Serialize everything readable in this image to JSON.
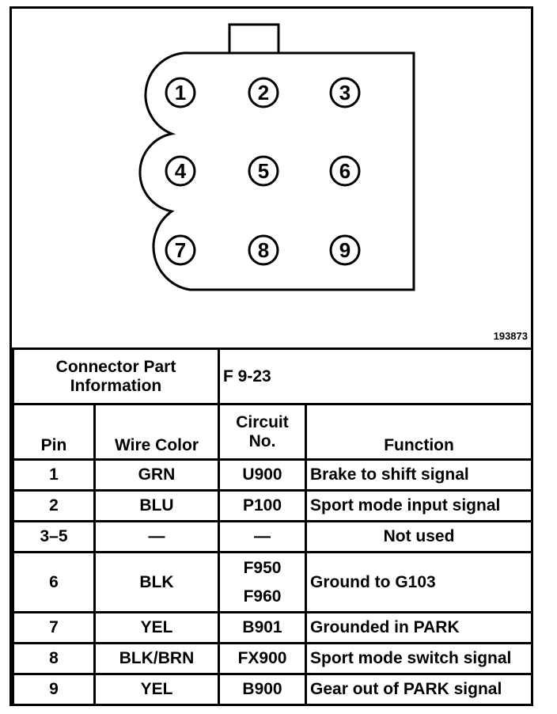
{
  "figure_id": "193873",
  "connector": {
    "pins": [
      "1",
      "2",
      "3",
      "4",
      "5",
      "6",
      "7",
      "8",
      "9"
    ]
  },
  "part_info": {
    "label": "Connector Part Information",
    "value": "F 9-23"
  },
  "columns": {
    "pin": "Pin",
    "wire_color": "Wire Color",
    "circuit": "Circuit No.",
    "function": "Function"
  },
  "rows": [
    {
      "pin": "1",
      "wire": "GRN",
      "circuit": [
        "U900"
      ],
      "function": "Brake to shift signal"
    },
    {
      "pin": "2",
      "wire": "BLU",
      "circuit": [
        "P100"
      ],
      "function": "Sport mode input signal"
    },
    {
      "pin": "3–5",
      "wire": "—",
      "circuit": [
        "—"
      ],
      "function": "Not used"
    },
    {
      "pin": "6",
      "wire": "BLK",
      "circuit": [
        "F950",
        "F960"
      ],
      "function": "Ground to G103"
    },
    {
      "pin": "7",
      "wire": "YEL",
      "circuit": [
        "B901"
      ],
      "function": "Grounded in PARK"
    },
    {
      "pin": "8",
      "wire": "BLK/BRN",
      "circuit": [
        "FX900"
      ],
      "function": "Sport mode switch signal"
    },
    {
      "pin": "9",
      "wire": "YEL",
      "circuit": [
        "B900"
      ],
      "function": "Gear out of PARK signal"
    }
  ]
}
